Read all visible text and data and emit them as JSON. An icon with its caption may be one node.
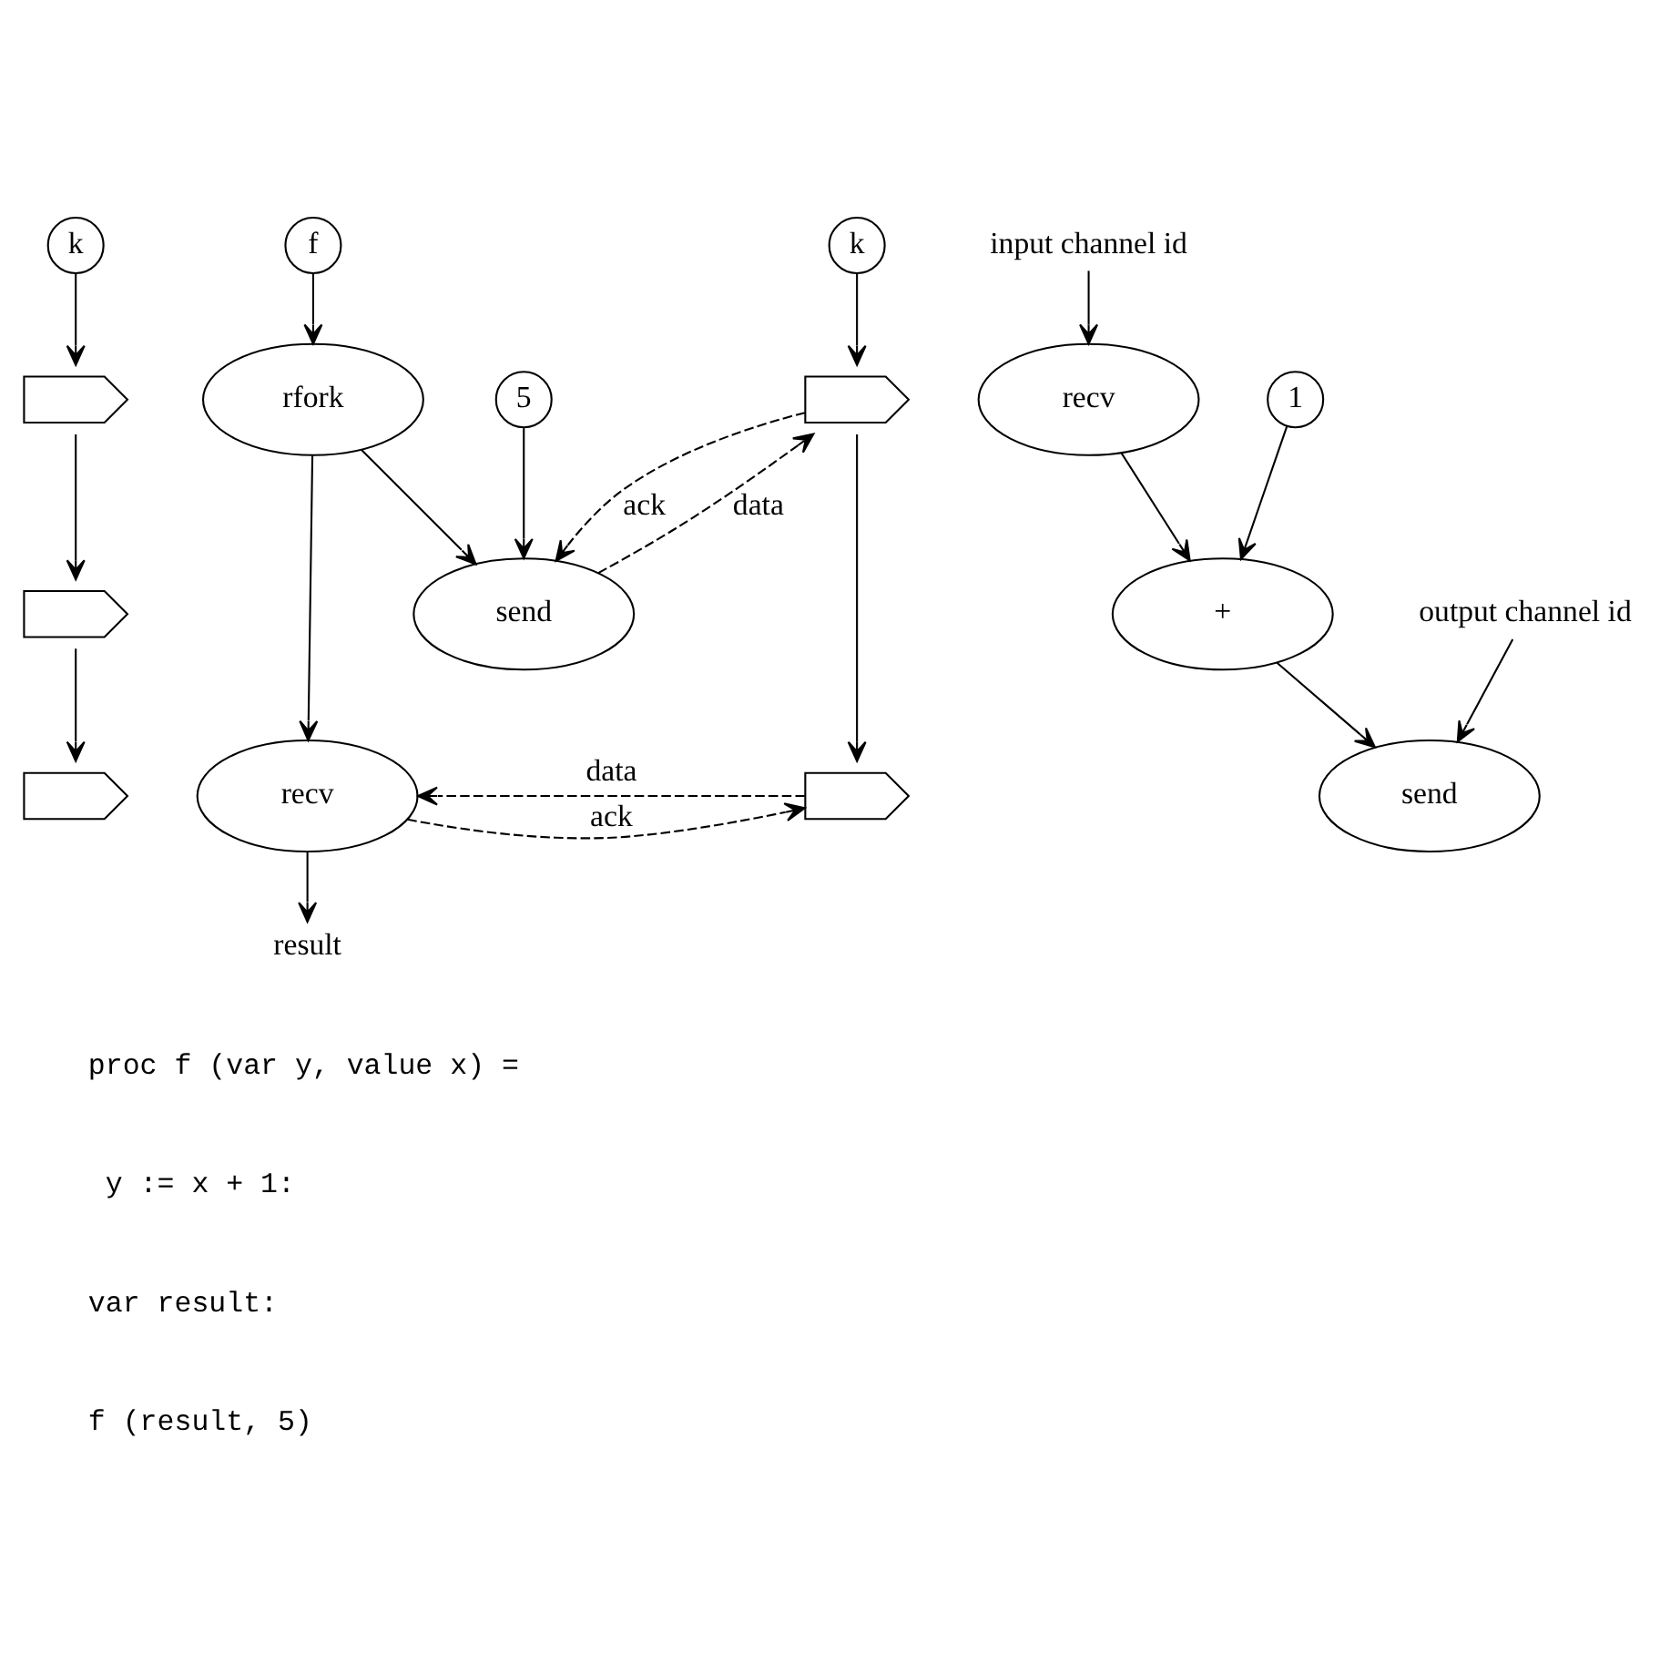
{
  "diagram": {
    "nodes": [
      {
        "text": [
          "k"
        ]
      },
      {
        "text": [
          "f"
        ]
      },
      {
        "text": [],
        "shape": "pentagon"
      },
      {
        "text": [
          "rfork"
        ]
      },
      {
        "text": [
          "5"
        ]
      },
      {
        "text": [],
        "shape": "pentagon"
      },
      {
        "text": [
          "send"
        ]
      },
      {
        "text": [],
        "shape": "pentagon"
      },
      {
        "text": [
          "recv"
        ]
      },
      {
        "text": [
          "result"
        ]
      },
      {
        "text": [
          "k"
        ]
      },
      {
        "text": [
          "input channel id"
        ]
      },
      {
        "text": [],
        "shape": "pentagon"
      },
      {
        "text": [
          "recv"
        ]
      },
      {
        "text": [
          "1"
        ]
      },
      {
        "text": [
          "+"
        ]
      },
      {
        "text": [
          "output channel id"
        ]
      },
      {
        "text": [],
        "shape": "pentagon"
      },
      {
        "text": [
          "send"
        ]
      }
    ],
    "edges": [
      {
        "from": 0,
        "to": 2,
        "arrow": "to"
      },
      {
        "from": 1,
        "to": 3,
        "arrow": "to"
      },
      {
        "from": 2,
        "to": 5,
        "arrow": "to"
      },
      {
        "from": 3,
        "to": 6,
        "arrow": "to"
      },
      {
        "from": 3,
        "to": 8,
        "arrow": "to"
      },
      {
        "from": 4,
        "to": 6,
        "arrow": "to"
      },
      {
        "from": 5,
        "to": 7,
        "arrow": "to"
      },
      {
        "from": 8,
        "to": 9,
        "arrow": "to"
      },
      {
        "from": 6,
        "to": 12,
        "arrow": "to",
        "label": "data",
        "style": "dashed"
      },
      {
        "from": 12,
        "to": 6,
        "arrow": "to",
        "label": "ack",
        "style": "dashed"
      },
      {
        "from": 17,
        "to": 8,
        "arrow": "to",
        "label": "data",
        "style": "dashed"
      },
      {
        "from": 8,
        "to": 17,
        "arrow": "to",
        "label": "ack",
        "style": "dashed"
      },
      {
        "from": 10,
        "to": 12,
        "arrow": "to"
      },
      {
        "from": 11,
        "to": 13,
        "arrow": "to"
      },
      {
        "from": 12,
        "to": 17,
        "arrow": "to"
      },
      {
        "from": 13,
        "to": 15,
        "arrow": "to"
      },
      {
        "from": 14,
        "to": 15,
        "arrow": "to"
      },
      {
        "from": 15,
        "to": 18,
        "arrow": "to"
      },
      {
        "from": 16,
        "to": 18,
        "arrow": "to"
      }
    ],
    "labels": [
      "proc f (var y, value x) =",
      "  y := x + 1:",
      "var result:",
      "f (result, 5)"
    ]
  }
}
